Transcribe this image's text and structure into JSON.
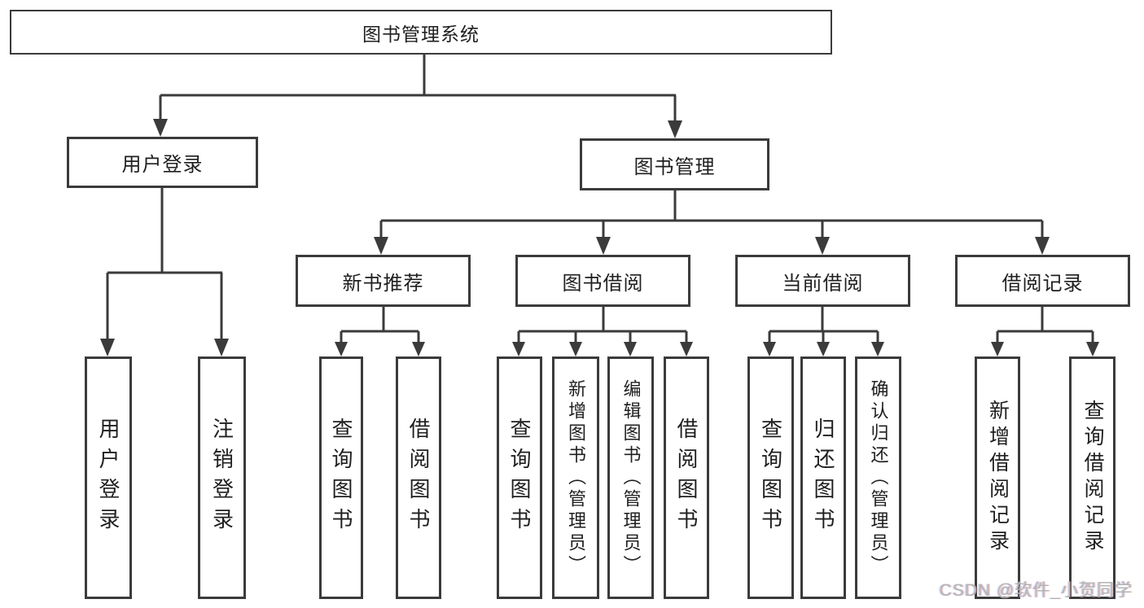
{
  "tree": {
    "root": "图书管理系统",
    "login_branch": {
      "label": "用户登录",
      "children": [
        "用户登录",
        "注销登录"
      ]
    },
    "mgmt_branch": {
      "label": "图书管理",
      "groups": [
        {
          "label": "新书推荐",
          "children": [
            "查询图书",
            "借阅图书"
          ]
        },
        {
          "label": "图书借阅",
          "children": [
            "查询图书",
            "新增图书（管理员）",
            "编辑图书（管理员）",
            "借阅图书"
          ]
        },
        {
          "label": "当前借阅",
          "children": [
            "查询图书",
            "归还图书",
            "确认归还（管理员）"
          ]
        },
        {
          "label": "借阅记录",
          "children": [
            "新增借阅记录",
            "查询借阅记录"
          ]
        }
      ]
    }
  },
  "watermark": "CSDN @软件_小贺同学",
  "colors": {
    "line": "#3b3b3b",
    "text": "#1f1f1f",
    "watermark": "#b3b3b3",
    "background": "#ffffff"
  }
}
